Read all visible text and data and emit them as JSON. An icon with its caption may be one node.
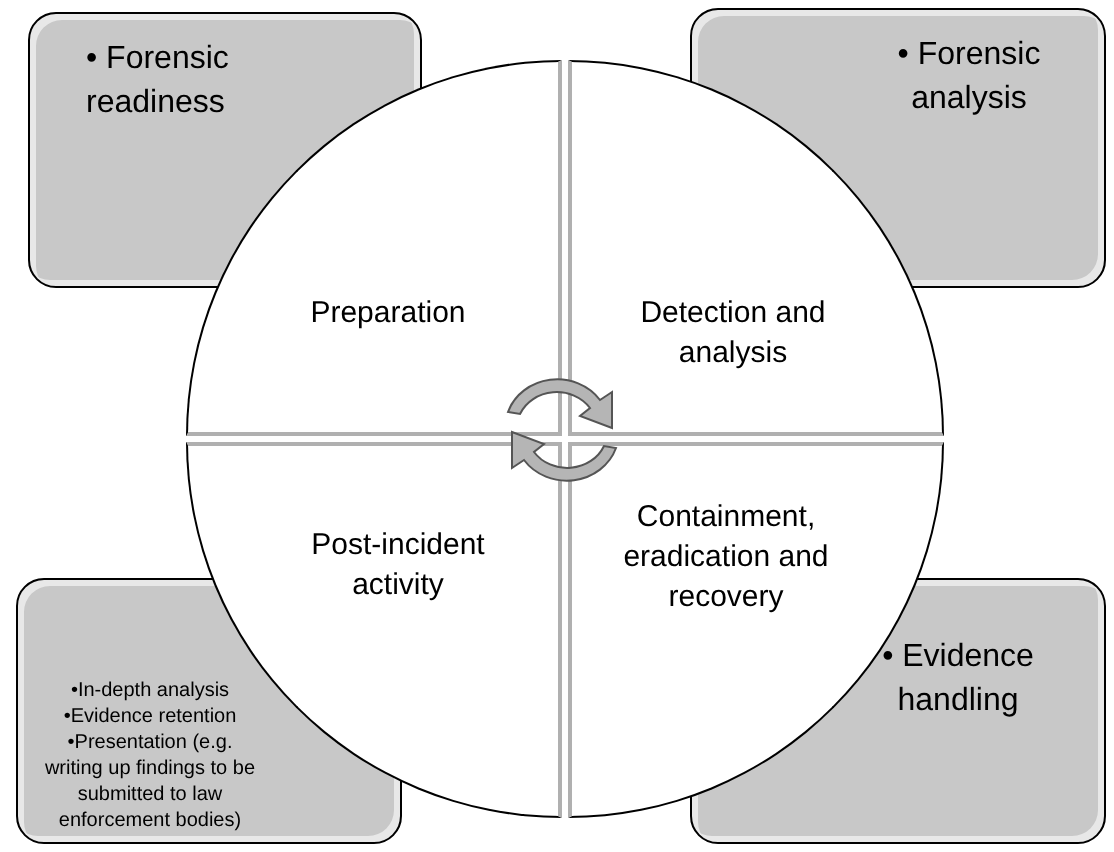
{
  "diagram": {
    "nodes": [
      {
        "text": [
          "• Forensic readiness"
        ]
      },
      {
        "text": [
          "• Forensic analysis"
        ]
      },
      {
        "text": [
          "Preparation"
        ]
      },
      {
        "text": [
          "Detection and analysis"
        ]
      },
      {
        "text": [
          "Post-incident activity"
        ]
      },
      {
        "text": [
          "Containment, eradication and recovery"
        ]
      },
      {
        "text": [
          "•In-depth analysis",
          "•Evidence retention",
          "•Presentation (e.g. writing up findings to be submitted to law enforcement bodies)"
        ]
      },
      {
        "text": [
          "• Evidence handling"
        ]
      }
    ]
  }
}
